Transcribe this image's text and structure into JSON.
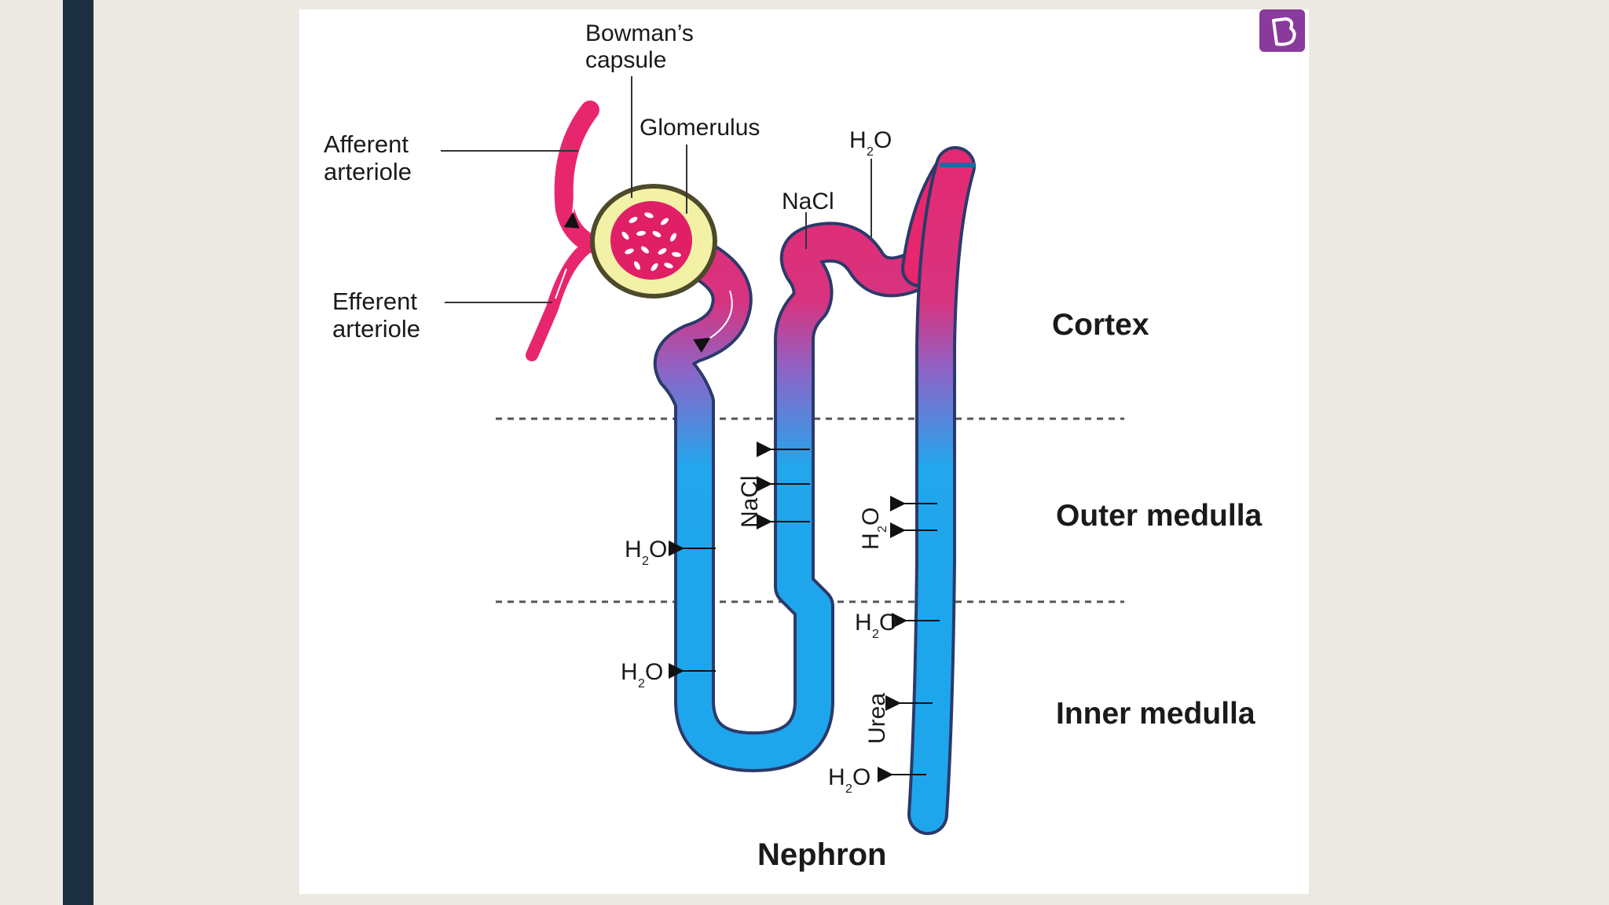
{
  "diagram": {
    "title": "Nephron",
    "labels": {
      "bowmans_line1": "Bowman’s",
      "bowmans_line2": "capsule",
      "glomerulus": "Glomerulus",
      "afferent_line1": "Afferent",
      "afferent_line2": "arteriole",
      "efferent_line1": "Efferent",
      "efferent_line2": "arteriole",
      "nacl_top": "NaCl",
      "h2o_top_h": "H",
      "h2o_top_sub": "2",
      "h2o_top_o": "O",
      "nacl_vertical": "NaCl",
      "h2o_vertical": "H2O",
      "urea": "Urea",
      "h2o_h": "H",
      "h2o_sub": "2",
      "h2o_o": "O"
    },
    "regions": {
      "cortex": "Cortex",
      "outer_medulla": "Outer medulla",
      "inner_medulla": "Inner medulla"
    },
    "colors": {
      "cortex_tube": "#e8266d",
      "medulla_tube": "#1ea6ec",
      "capsule_fill": "#f3f1a6",
      "capsule_border": "#4d4a2b",
      "sidebar": "#1c2f41",
      "logo": "#8a3a9c"
    },
    "icons": {
      "logo": "byjus-logo-icon"
    }
  }
}
